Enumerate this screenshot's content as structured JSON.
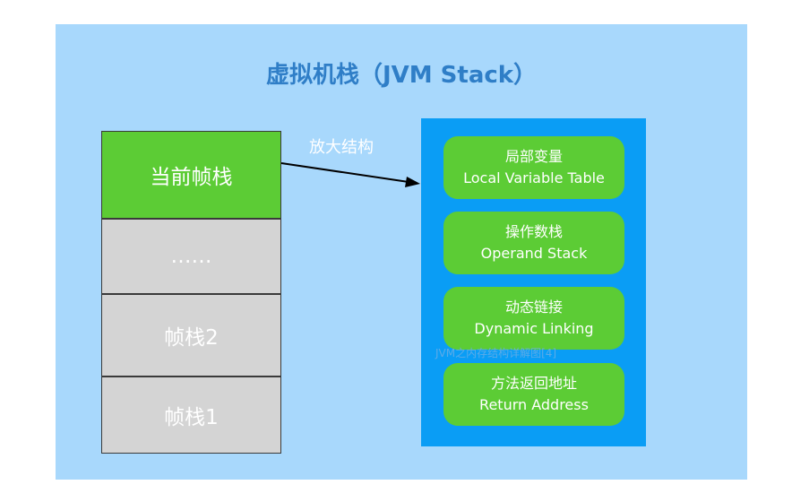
{
  "title": "虚拟机栈（JVM Stack）",
  "frames": {
    "current": "当前帧栈",
    "ellipsis": "……",
    "frame2": "帧栈2",
    "frame1": "帧栈1"
  },
  "zoom_label": "放大结构",
  "components": [
    {
      "zh": "局部变量",
      "en": "Local Variable Table"
    },
    {
      "zh": "操作数栈",
      "en": "Operand Stack"
    },
    {
      "zh": "动态链接",
      "en": "Dynamic Linking"
    },
    {
      "zh": "方法返回地址",
      "en": "Return Address"
    }
  ],
  "watermark": "JVM之内存结构详解图[4]",
  "colors": {
    "panel": "#a8d8fc",
    "title": "#2f7ec7",
    "current_frame": "#5ccc35",
    "other_frames": "#d4d4d4",
    "detail_box": "#0a9df5",
    "component": "#5ccc35"
  }
}
